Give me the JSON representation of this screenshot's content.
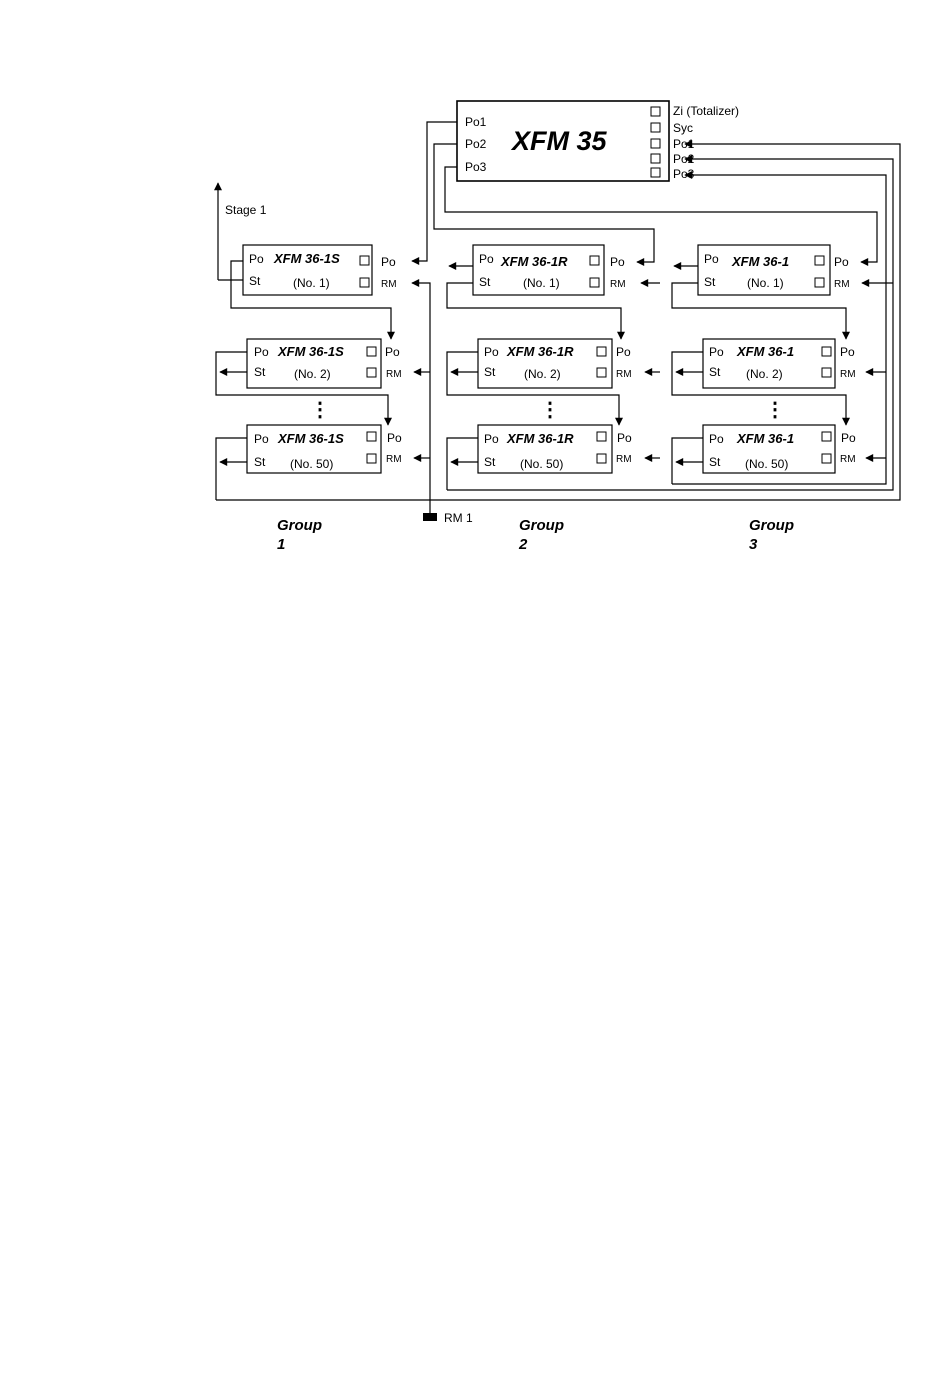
{
  "main_unit": {
    "title": "XFM 35",
    "left_ports": [
      "Po1",
      "Po2",
      "Po3"
    ],
    "right_ports": [
      "Zi (Totalizer)",
      "Syc",
      "Po1",
      "Po2",
      "Po3"
    ]
  },
  "stage_label": "Stage 1",
  "rm_input_label": "RM 1",
  "ellipsis": "⋮",
  "port_labels": {
    "po": "Po",
    "rm": "RM",
    "st": "St"
  },
  "groups": [
    {
      "label_line1": "Group",
      "label_line2": "1",
      "units": [
        {
          "title": "XFM 36-1S",
          "number": "(No. 1)"
        },
        {
          "title": "XFM 36-1S",
          "number": "(No. 2)"
        },
        {
          "title": "XFM 36-1S",
          "number": "(No. 50)"
        }
      ]
    },
    {
      "label_line1": "Group",
      "label_line2": "2",
      "units": [
        {
          "title": "XFM 36-1R",
          "number": "(No. 1)"
        },
        {
          "title": "XFM 36-1R",
          "number": "(No. 2)"
        },
        {
          "title": "XFM 36-1R",
          "number": "(No. 50)"
        }
      ]
    },
    {
      "label_line1": "Group",
      "label_line2": "3",
      "units": [
        {
          "title": "XFM 36-1",
          "number": "(No. 1)"
        },
        {
          "title": "XFM 36-1",
          "number": "(No. 2)"
        },
        {
          "title": "XFM 36-1",
          "number": "(No. 50)"
        }
      ]
    }
  ]
}
